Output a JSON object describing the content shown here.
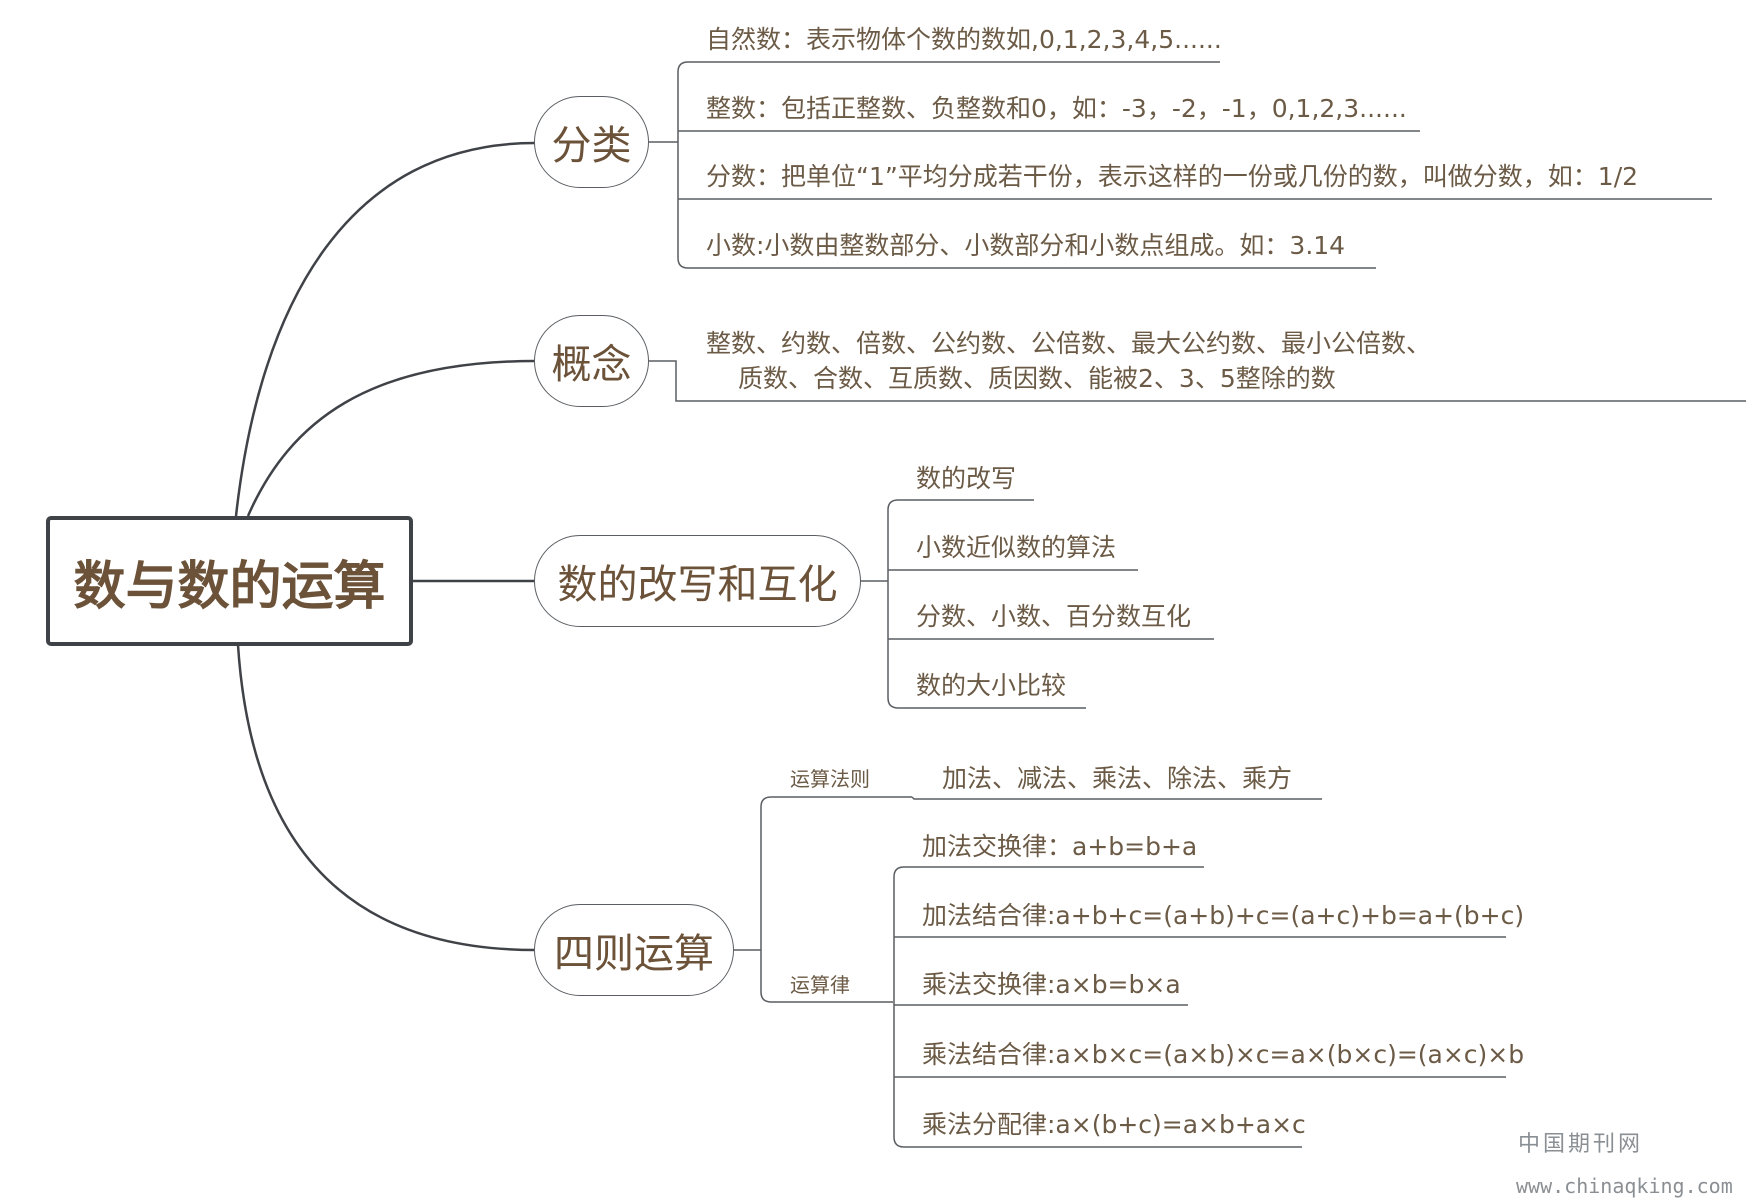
{
  "root": {
    "label": "数与数的运算"
  },
  "branches": {
    "classification": {
      "label": "分类",
      "items": [
        "自然数：表示物体个数的数如,0,1,2,3,4,5......",
        "整数：包括正整数、负整数和0，如：-3，-2，-1，0,1,2,3......",
        "分数：把单位“1”平均分成若干份，表示这样的一份或几份的数，叫做分数，如：1/2",
        "小数:小数由整数部分、小数部分和小数点组成。如：3.14"
      ]
    },
    "concept": {
      "label": "概念",
      "line1": "整数、约数、倍数、公约数、公倍数、最大公约数、最小公倍数、",
      "line2": "质数、合数、互质数、质因数、能被2、3、5整除的数"
    },
    "rewrite": {
      "label": "数的改写和互化",
      "items": [
        "数的改写",
        "小数近似数的算法",
        "分数、小数、百分数互化",
        "数的大小比较"
      ]
    },
    "arithmetic": {
      "label": "四则运算",
      "rules": {
        "label": "运算法则",
        "item": "加法、减法、乘法、除法、乘方"
      },
      "laws": {
        "label": "运算律",
        "items": [
          "加法交换律：a+b=b+a",
          "加法结合律:a+b+c=(a+b)+c=(a+c)+b=a+(b+c)",
          "乘法交换律:a×b=b×a",
          "乘法结合律:a×b×c=(a×b)×c=a×(b×c)=(a×c)×b",
          "乘法分配律:a×(b+c)=a×b+a×c"
        ]
      }
    }
  },
  "watermark": {
    "line1": "中国期刊网",
    "line2": "www.chinaqking.com"
  }
}
